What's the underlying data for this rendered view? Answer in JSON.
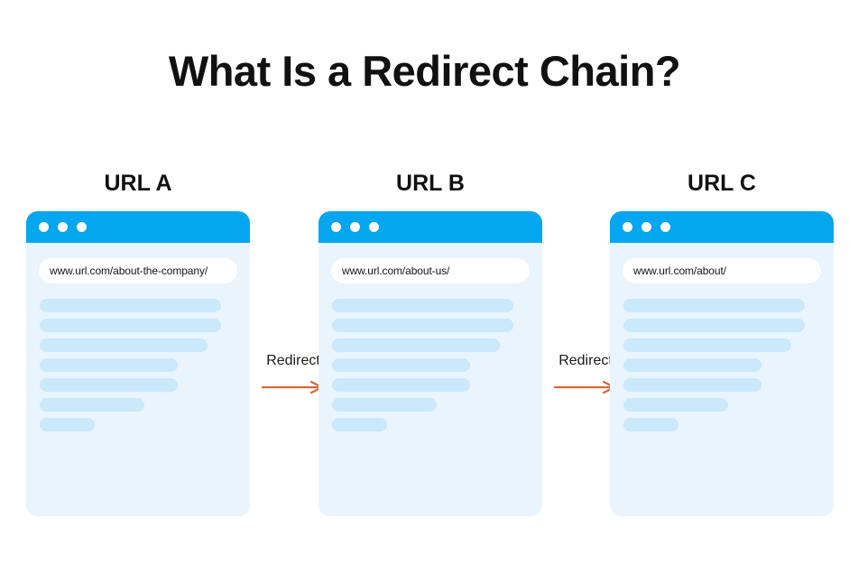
{
  "page": {
    "title": "What Is a Redirect Chain?",
    "background_color": "#ffffff"
  },
  "theme": {
    "browser_bar_color": "#05a6f0",
    "card_background_color": "#e9f4fd",
    "skeleton_line_color": "#cae9fb",
    "arrow_color": "#d2693c",
    "title_color": "#111111",
    "url_pill_color": "#ffffff"
  },
  "diagram": {
    "type": "redirect-chain",
    "cards": [
      {
        "label": "URL A",
        "url": "www.url.com/about-the-company/",
        "dots": [
          "dot-1",
          "dot-2",
          "dot-3"
        ],
        "skeleton_widths": [
          "92%",
          "92%",
          "85%",
          "70%",
          "70%",
          "53%",
          "28%"
        ]
      },
      {
        "label": "URL B",
        "url": "www.url.com/about-us/",
        "dots": [
          "dot-1",
          "dot-2",
          "dot-3"
        ],
        "skeleton_widths": [
          "92%",
          "92%",
          "85%",
          "70%",
          "70%",
          "53%",
          "28%"
        ]
      },
      {
        "label": "URL C",
        "url": "www.url.com/about/",
        "dots": [
          "dot-1",
          "dot-2",
          "dot-3"
        ],
        "skeleton_widths": [
          "92%",
          "92%",
          "85%",
          "70%",
          "70%",
          "53%",
          "28%"
        ]
      }
    ],
    "connectors": [
      {
        "label": "Redirect",
        "icon": "arrow-right-icon",
        "from": "URL A",
        "to": "URL B"
      },
      {
        "label": "Redirect",
        "icon": "arrow-right-icon",
        "from": "URL B",
        "to": "URL C"
      }
    ]
  }
}
